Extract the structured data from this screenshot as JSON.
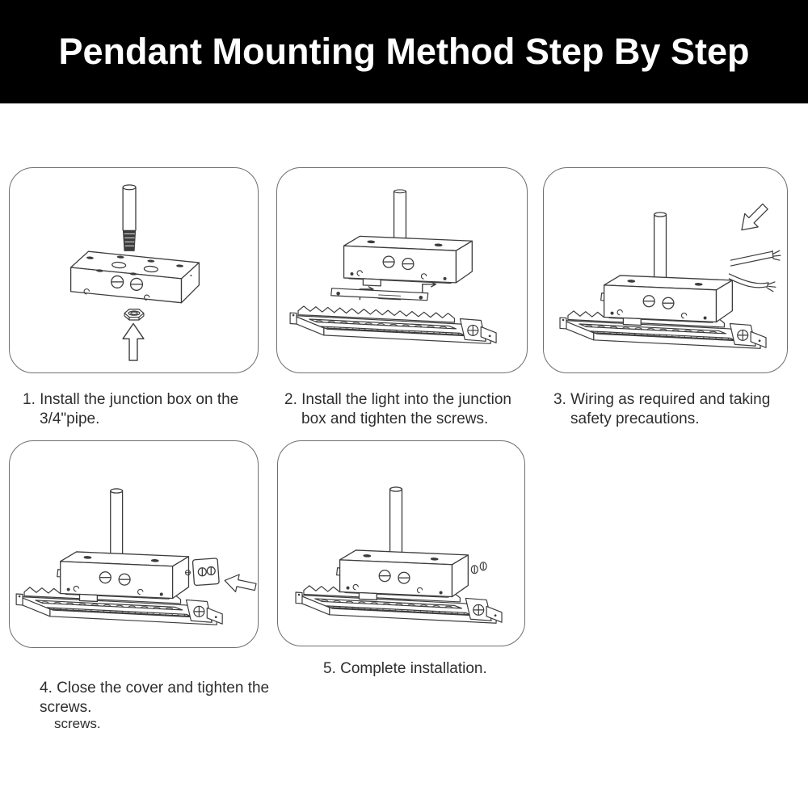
{
  "header": {
    "title": "Pendant Mounting Method Step By Step"
  },
  "steps": [
    {
      "number": 1,
      "caption": "1. Install the junction box on the\n3/4\"pipe."
    },
    {
      "number": 2,
      "caption": "2. Install the light into the junction\nbox and tighten the screws."
    },
    {
      "number": 3,
      "caption": "3. Wiring as required and taking\nsafety precautions."
    },
    {
      "number": 4,
      "caption": "4. Close the cover and tighten the\nscrews.",
      "caption_artifact": "screws."
    },
    {
      "number": 5,
      "caption": "5. Complete installation."
    }
  ],
  "colors": {
    "banner_bg": "#000000",
    "banner_text": "#ffffff",
    "line_art": "#3c3c3c",
    "caption_text": "#2e2e2e",
    "panel_border": "#6f6f6f"
  }
}
